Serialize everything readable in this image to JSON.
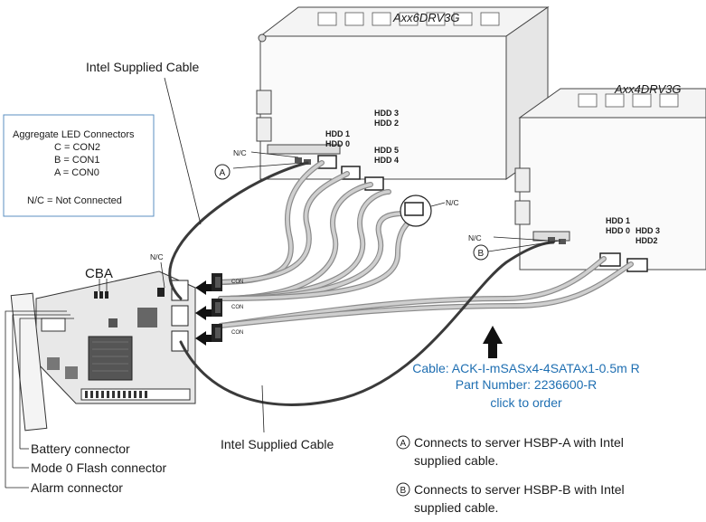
{
  "drive_cages": {
    "six_drive": {
      "title": "Axx6DRV3G",
      "hdd_labels": [
        {
          "id": "hdd32",
          "lines": [
            "HDD 3",
            "HDD 2"
          ]
        },
        {
          "id": "hdd10",
          "lines": [
            "HDD 1",
            "HDD 0"
          ]
        },
        {
          "id": "hdd54",
          "lines": [
            "HDD 5",
            "HDD 4"
          ]
        }
      ]
    },
    "four_drive": {
      "title": "Axx4DRV3G",
      "hdd_labels": [
        {
          "id": "hdd10",
          "lines": [
            "HDD 1",
            "HDD 0"
          ]
        },
        {
          "id": "hdd32",
          "lines": [
            "HDD 3",
            "HDD2"
          ]
        }
      ]
    }
  },
  "legend_box": {
    "lines": [
      "Aggregate LED Connectors",
      "C = CON2",
      "B = CON1",
      "A = CON0",
      "",
      "N/C = Not Connected"
    ]
  },
  "labels": {
    "intel_cable_top": "Intel Supplied Cable",
    "intel_cable_bottom": "Intel Supplied Cable",
    "nc": "N/C",
    "cba": "CBA",
    "marker_a": "A",
    "marker_b": "B",
    "connector_tag": "CON"
  },
  "board_connectors": [
    "Battery connector",
    "Mode 0 Flash connector",
    "Alarm connector"
  ],
  "cable_order": {
    "line1": "Cable: ACK-I-mSASx4-4SATAx1-0.5m R",
    "line2": "Part Number: 2236600-R",
    "line3": "click to order"
  },
  "notes": [
    {
      "marker": "A",
      "lines": [
        "Connects to server HSBP-A with Intel",
        "supplied cable."
      ]
    },
    {
      "marker": "B",
      "lines": [
        "Connects to server HSBP-B with Intel",
        "supplied cable."
      ]
    }
  ],
  "colors": {
    "link": "#1f6fb2",
    "dark_cable": "#3a3a3a",
    "gray_cable": "#9a9a9a",
    "board_green": "#d8d8d8"
  }
}
